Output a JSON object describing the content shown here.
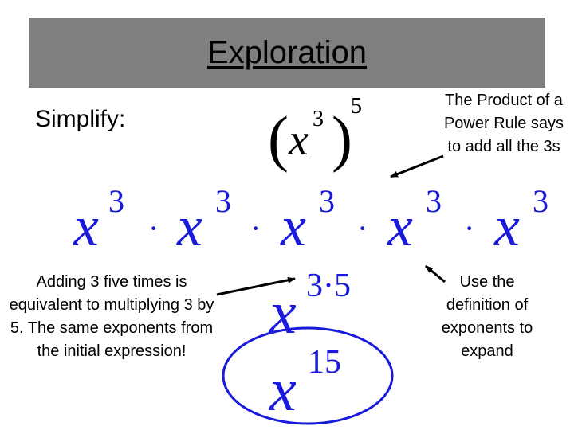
{
  "slide": {
    "title": "Exploration",
    "prompt": "Simplify:",
    "note_product_rule": "The Product of a Power Rule says to add all the 3s",
    "note_adding": "Adding 3 five times is equivalent to multiplying 3 by 5.  The same exponents from the initial expression!",
    "note_definition": "Use the definition of exponents to expand"
  },
  "math": {
    "base": "x",
    "inner_exponent": "3",
    "outer_exponent": "5",
    "open_paren": "(",
    "close_paren": ")",
    "dot": "·",
    "product_exponent": "3·5",
    "result_exponent": "15"
  },
  "colors": {
    "title_bar": "#7f7f7f",
    "math_blue": "#1a1adc",
    "annotation": "#000000"
  }
}
